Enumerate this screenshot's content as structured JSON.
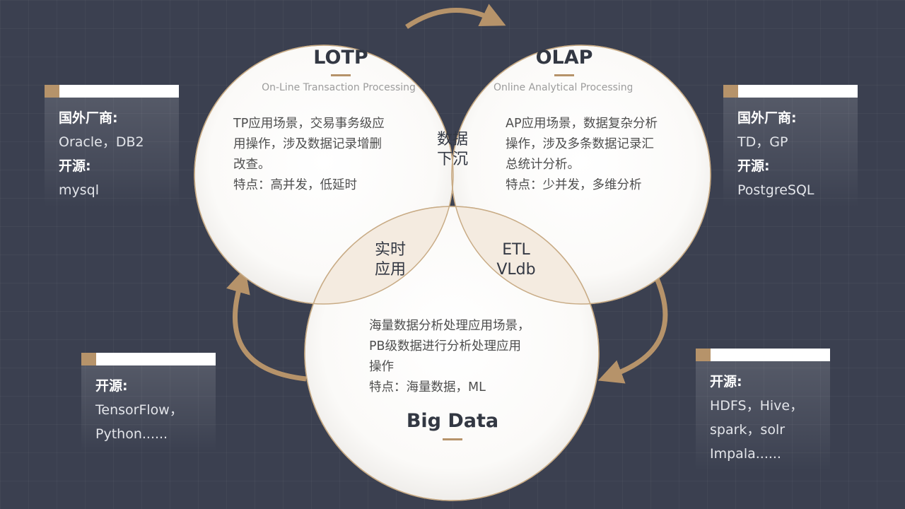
{
  "diagram": {
    "lotp": {
      "title": "LOTP",
      "subtitle": "On-Line Transaction Processing",
      "desc": [
        "TP应用场景，交易事务级应",
        "用操作，涉及数据记录增删",
        "改查。",
        "特点：高并发，低延时"
      ]
    },
    "olap": {
      "title": "OLAP",
      "subtitle": "Online Analytical Processing",
      "desc": [
        "AP应用场景，数据复杂分析",
        "操作，涉及多条数据记录汇",
        "总统计分析。",
        "特点：少并发，多维分析"
      ]
    },
    "bigdata": {
      "title": "Big Data",
      "desc": [
        "海量数据分析处理应用场景，",
        "PB级数据进行分析处理应用",
        "操作",
        "特点：海量数据，ML"
      ]
    },
    "overlaps": {
      "lotp_olap": [
        "数据",
        "下沉"
      ],
      "lotp_bigdata": [
        "实时",
        "应用"
      ],
      "olap_bigdata": [
        "ETL",
        "VLdb"
      ]
    }
  },
  "cards": {
    "left_top": {
      "label1": "国外厂商:",
      "value1": "Oracle，DB2",
      "label2": "开源:",
      "value2": "mysql"
    },
    "right_top": {
      "label1": "国外厂商:",
      "value1": "TD，GP",
      "label2": "开源:",
      "value2": "PostgreSQL"
    },
    "left_bottom": {
      "label1": "开源:",
      "value1": "TensorFlow，",
      "value2": "Python......"
    },
    "right_bottom": {
      "label1": "开源:",
      "value1": "HDFS，Hive，",
      "value2": "spark，solr",
      "value3": "Impala......"
    }
  },
  "colors": {
    "background": "#3b4050",
    "accent": "#b6936a",
    "overlap_fill": "#f4ebe0",
    "circle_fill": "#ffffff"
  }
}
